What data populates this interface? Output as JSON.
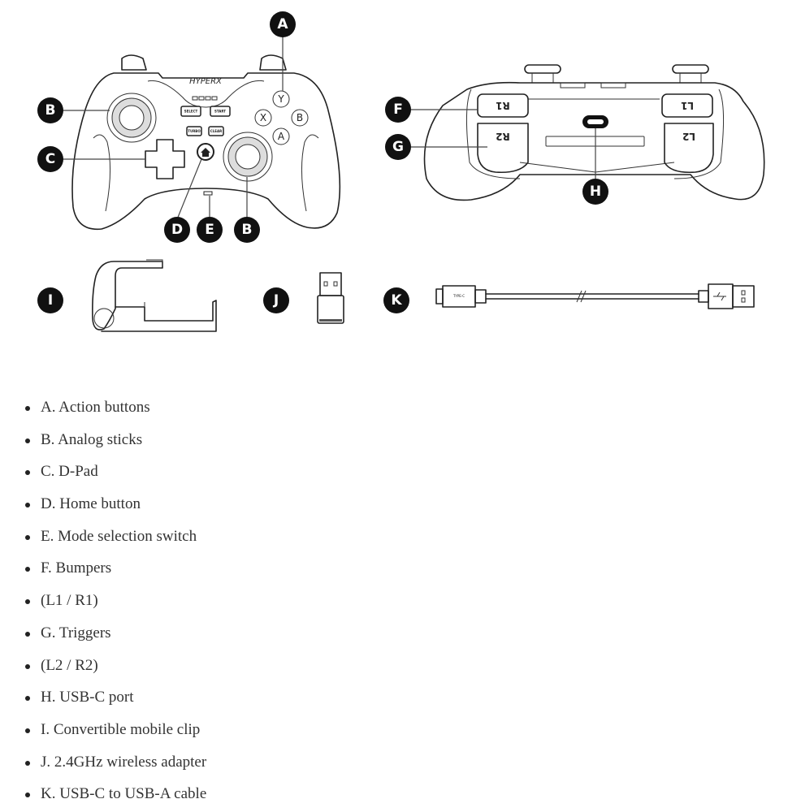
{
  "diagram": {
    "callouts": [
      "A",
      "B",
      "C",
      "D",
      "E",
      "B",
      "F",
      "G",
      "H",
      "I",
      "J",
      "K"
    ],
    "logo": "HYPERX",
    "small_buttons": [
      "SELECT",
      "START",
      "TURBO",
      "CLEAR"
    ],
    "face_buttons": [
      "Y",
      "X",
      "B",
      "A"
    ],
    "shoulder_buttons": [
      "R1",
      "R2",
      "L1",
      "L2"
    ],
    "cable_label": "TYPE-C"
  },
  "parts": [
    "A. Action buttons",
    "B. Analog sticks",
    "C. D-Pad",
    "D. Home button",
    "E. Mode selection switch",
    "F. Bumpers",
    "(L1 / R1)",
    "G. Triggers",
    "(L2 / R2)",
    "H. USB-C port",
    "I. Convertible mobile clip",
    "J. 2.4GHz wireless adapter",
    "K. USB-C to USB-A cable"
  ]
}
